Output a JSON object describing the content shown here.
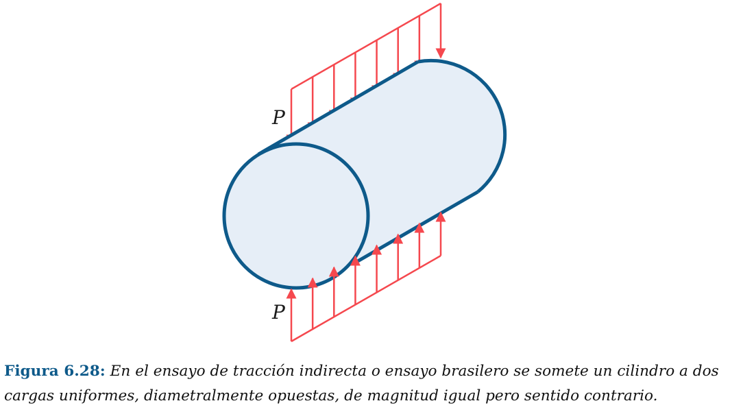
{
  "figure": {
    "load_label_top": "P",
    "load_label_bottom": "P",
    "colors": {
      "outline": "#0e5a8a",
      "fill": "#e6eef7",
      "load": "#f5484e"
    }
  },
  "caption": {
    "label": "Figura 6.28:",
    "text": "En el ensayo de tracción indirecta o ensayo brasilero se somete un cilindro a dos cargas uniformes, diametralmente opuestas, de magnitud igual pero sentido contrario."
  }
}
